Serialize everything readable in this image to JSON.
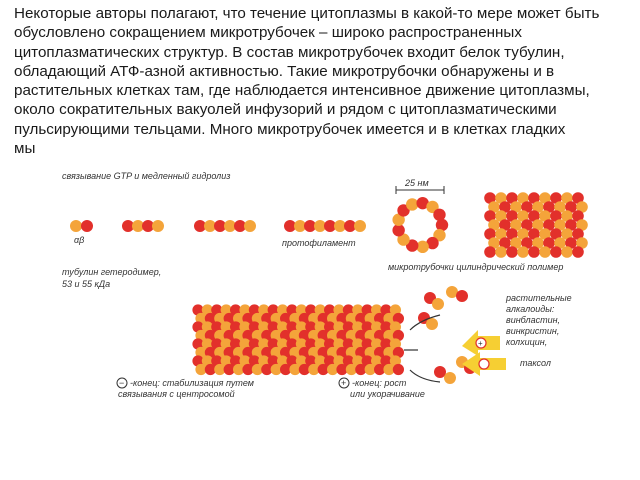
{
  "paragraph": "Некоторые авторы полагают, что течение цитоплазмы в какой-то мере может быть\nобусловлено сокращением микротрубочек – широко распространенных\nцитоплазматических структур. В состав микротрубочек входит белок тубулин,\nобладающий АТФ-азной активностью. Такие микротрубочки обнаружены и в\nрастительных клетках там, где наблюдается интенсивное движение цитоплазмы,\nоколо сократительных вакуолей инфузорий и рядом с цитоплазматическими\nпульсирующими тельцами. Много микротрубочек имеется и в клетках гладких\nмы",
  "figure": {
    "gtp_label": "связывание GTP и медленный гидролиз",
    "ab_label": "αβ",
    "protofilament_label": "протофиламент",
    "heterodimer_label_1": "тубулин гетеродимер,",
    "heterodimer_label_2": "53 и 55 кДа",
    "nm_label": "25 нм",
    "polymer_label": "микротрубочки цилиндрический полимер",
    "alkaloids_1": "растительные",
    "alkaloids_2": "алкалоиды:",
    "alkaloids_3": "винбластин,",
    "alkaloids_4": "винкристин,",
    "alkaloids_5": "колхицин,",
    "taxol_label": "таксол",
    "minus_1": "-конец: стабилизация путем",
    "minus_2": "связывания с центросомой",
    "plus_1": "-конец: рост",
    "plus_2": "или укорачивание",
    "minus_sign": "−",
    "plus_sign": "+"
  },
  "colors": {
    "red": "#e2302b",
    "orange": "#f4a43a",
    "yellow": "#f6cf33",
    "green": "#3c8a3a"
  }
}
